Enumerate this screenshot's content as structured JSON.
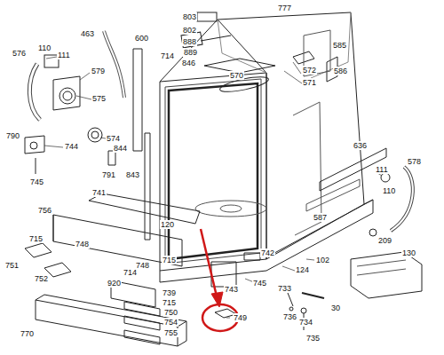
{
  "diagram": {
    "labels": [
      "803",
      "802",
      "888",
      "463",
      "600",
      "714",
      "889",
      "846",
      "777",
      "585",
      "110",
      "111",
      "576",
      "579",
      "570",
      "572",
      "571",
      "586",
      "575",
      "574",
      "844",
      "790",
      "744",
      "791",
      "843",
      "745",
      "636",
      "111",
      "578",
      "110",
      "587",
      "209",
      "741",
      "120",
      "756",
      "715",
      "748",
      "715",
      "751",
      "748",
      "714",
      "124",
      "102",
      "130",
      "745",
      "742",
      "743",
      "752",
      "920",
      "739",
      "715",
      "733",
      "770",
      "750",
      "754",
      "749",
      "736",
      "734",
      "30",
      "735",
      "755"
    ]
  }
}
